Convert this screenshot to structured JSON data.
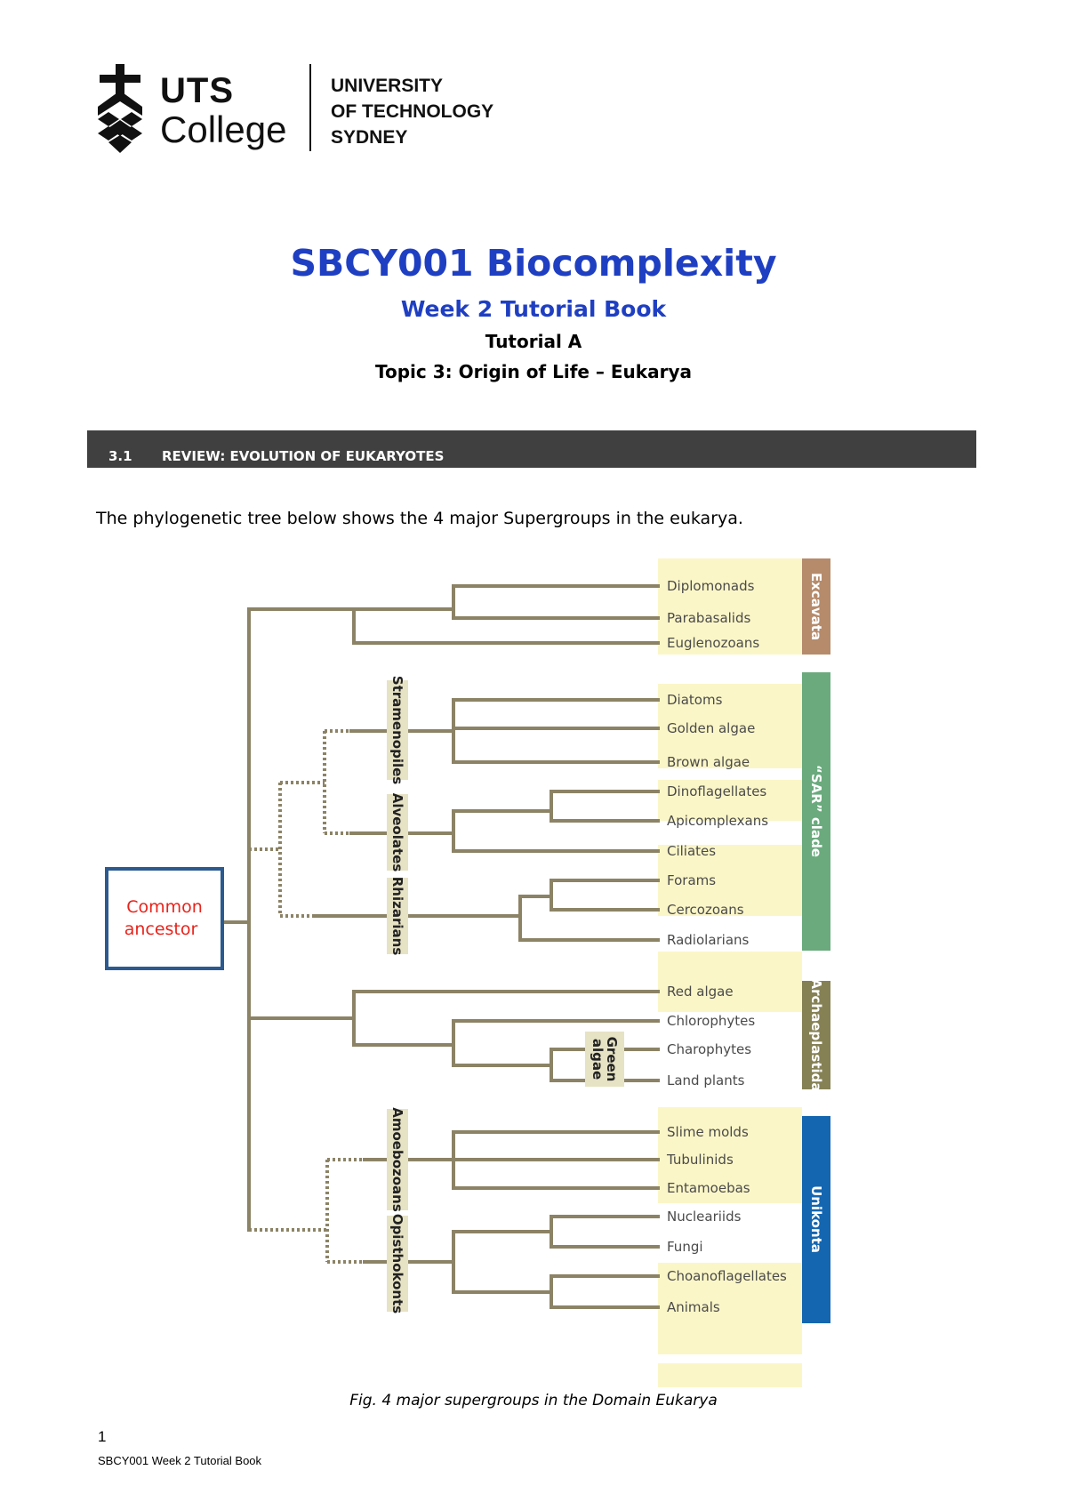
{
  "logo": {
    "line1": "UTS",
    "line2": "College",
    "uni_lines": [
      "UNIVERSITY",
      "OF TECHNOLOGY",
      "SYDNEY"
    ]
  },
  "header": {
    "course_title": "SBCY001 Biocomplexity",
    "book_title": "Week 2 Tutorial Book",
    "tutorial": "Tutorial A",
    "topic": "Topic 3: Origin of Life – Eukarya"
  },
  "section": {
    "number": "3.1",
    "title": "REVIEW: EVOLUTION OF EUKARYOTES"
  },
  "intro_text": "The phylogenetic tree below shows the 4 major Supergroups in the eukarya.",
  "figure": {
    "ancestor_label": [
      "Common",
      "ancestor"
    ],
    "subgroups": {
      "stramenopiles": "Stramenopiles",
      "alveolates": "Alveolates",
      "rhizarians": "Rhizarians",
      "green_algae": [
        "Green",
        "algae"
      ],
      "amoebozoans": "Amoebozoans",
      "opisthokonts": "Opisthokonts"
    },
    "taxa": [
      "Diplomonads",
      "Parabasalids",
      "Euglenozoans",
      "Diatoms",
      "Golden algae",
      "Brown algae",
      "Dinoflagellates",
      "Apicomplexans",
      "Ciliates",
      "Forams",
      "Cercozoans",
      "Radiolarians",
      "Red algae",
      "Chlorophytes",
      "Charophytes",
      "Land plants",
      "Slime molds",
      "Tubulinids",
      "Entamoebas",
      "Nucleariids",
      "Fungi",
      "Choanoflagellates",
      "Animals"
    ],
    "supergroups": {
      "excavata": "Excavata",
      "sar": "“SAR” clade",
      "archaeplastida": "Archaeplastida",
      "unikonta": "Unikonta"
    },
    "colors": {
      "branch": "#8c8366",
      "taxon_bg": "#fbf6c7",
      "excavata": "#b58b6c",
      "sar": "#6aaa7d",
      "archaeplastida": "#858155",
      "unikonta": "#1466b0",
      "ancestor_border": "#2c5a8e",
      "ancestor_text": "#e8231b"
    },
    "caption": "Fig. 4 major supergroups in the Domain Eukarya"
  },
  "footer": {
    "page_number": "1",
    "text": "SBCY001 Week 2 Tutorial Book"
  }
}
